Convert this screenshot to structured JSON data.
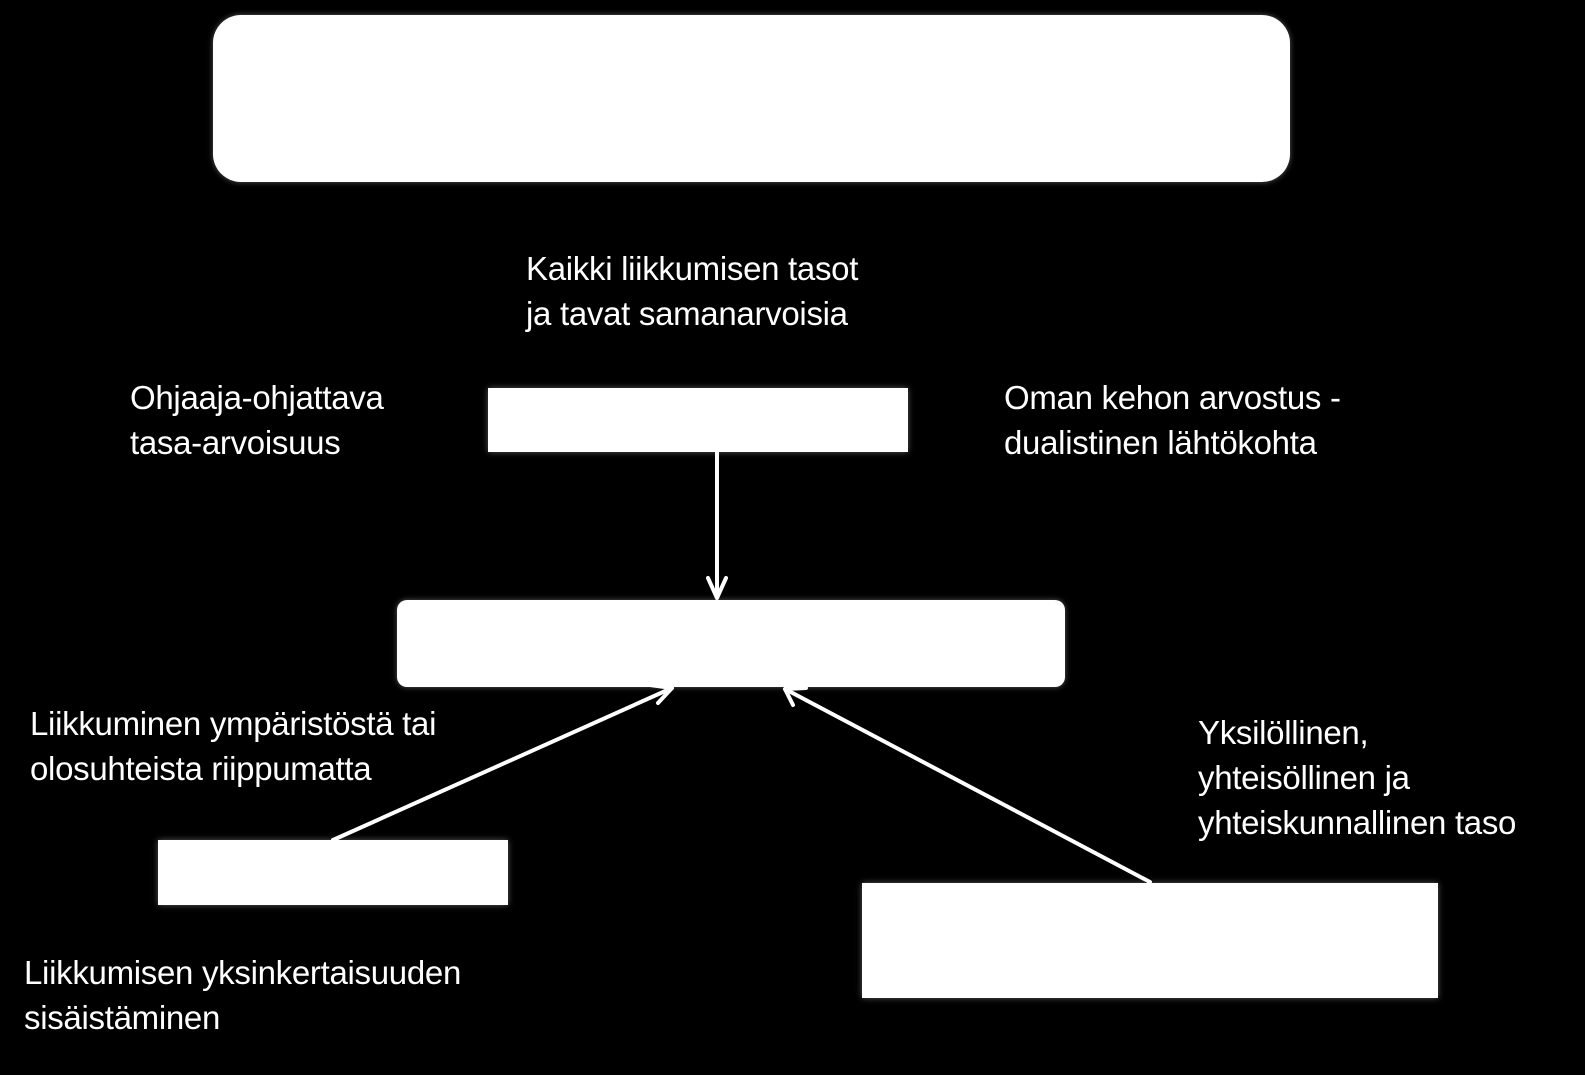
{
  "labels": {
    "kaikki": [
      "Kaikki liikkumisen tasot",
      "ja tavat samanarvoisia"
    ],
    "ohjaaja": [
      "Ohjaaja-ohjattava",
      "tasa-arvoisuus"
    ],
    "oman_kehon": [
      "Oman kehon arvostus -",
      "dualistinen lähtökohta"
    ],
    "liikkuminen": [
      "Liikkuminen ympäristöstä tai",
      "olosuhteista riippumatta"
    ],
    "yksilollinen": [
      "Yksilöllinen,",
      "yhteisöllinen ja",
      "yhteiskunnallinen taso"
    ],
    "yksinkertaisuus": [
      "Liikkumisen yksinkertaisuuden",
      "sisäistäminen"
    ]
  },
  "colors": {
    "background": "#000000",
    "box": "#ffffff",
    "text": "#ffffff",
    "arrow": "#ffffff"
  }
}
